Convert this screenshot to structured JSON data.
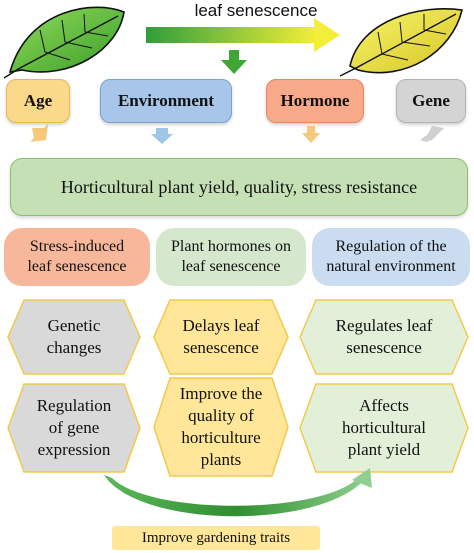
{
  "header": {
    "title": "leaf senescence"
  },
  "factors": [
    {
      "label": "Age",
      "color": "#fbd98a",
      "border": "#e9b94d"
    },
    {
      "label": "Environment",
      "color": "#a7c6ea",
      "border": "#7aa3d4"
    },
    {
      "label": "Hormone",
      "color": "#f7a98a",
      "border": "#e68663"
    },
    {
      "label": "Gene",
      "color": "#d4d4d4",
      "border": "#b3b3b3"
    }
  ],
  "yield_box": {
    "label": "Horticultural plant yield, quality, stress resistance",
    "color": "#c5e0b4",
    "border": "#8cbf6e"
  },
  "subcategories": [
    {
      "line1": "Stress-induced",
      "line2": "leaf senescence",
      "color": "#f7b79a"
    },
    {
      "line1": "Plant hormones on",
      "line2": "leaf senescence",
      "color": "#d5e8cd"
    },
    {
      "line1": "Regulation of the",
      "line2": "natural environment",
      "color": "#c9dcf0"
    }
  ],
  "hexagons": [
    {
      "lines": [
        "Genetic",
        "changes"
      ],
      "fill": "#d9d9d9",
      "stroke": "#f2c94c"
    },
    {
      "lines": [
        "Delays leaf",
        "senescence"
      ],
      "fill": "#ffe699",
      "stroke": "#f2c94c"
    },
    {
      "lines": [
        "Regulates leaf",
        "senescence"
      ],
      "fill": "#e2f0d9",
      "stroke": "#f2c94c"
    },
    {
      "lines": [
        "Regulation",
        "of gene",
        "expression"
      ],
      "fill": "#d9d9d9",
      "stroke": "#f2c94c"
    },
    {
      "lines": [
        "Improve the",
        "quality of",
        "horticulture",
        "plants"
      ],
      "fill": "#ffe699",
      "stroke": "#f2c94c"
    },
    {
      "lines": [
        "Affects",
        "horticultural",
        "plant yield"
      ],
      "fill": "#e2f0d9",
      "stroke": "#f2c94c"
    }
  ],
  "footer": {
    "label": "Improve gardening traits",
    "color": "#ffe699"
  },
  "colors": {
    "green_leaf": "#55b634",
    "yellow_leaf": "#e8e83a",
    "arrow_green": "#3fa535",
    "arrow_yellow": "#f5e43a",
    "small_arrow": "#f5c87a",
    "blue_arrow": "#9fc5e8"
  }
}
